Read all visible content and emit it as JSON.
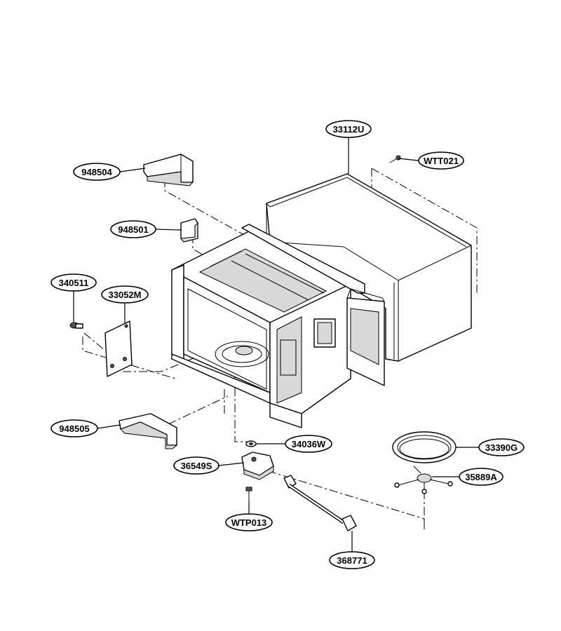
{
  "parts": {
    "p33112U": "33112U",
    "pWTT021": "WTT021",
    "p948504": "948504",
    "p948501": "948501",
    "p340511": "340511",
    "p33052M": "33052M",
    "p948505": "948505",
    "p34036W": "34036W",
    "p36549S": "36549S",
    "p33390G": "33390G",
    "p35889A": "35889A",
    "pWTP013": "WTP013",
    "p368771": "368771"
  }
}
